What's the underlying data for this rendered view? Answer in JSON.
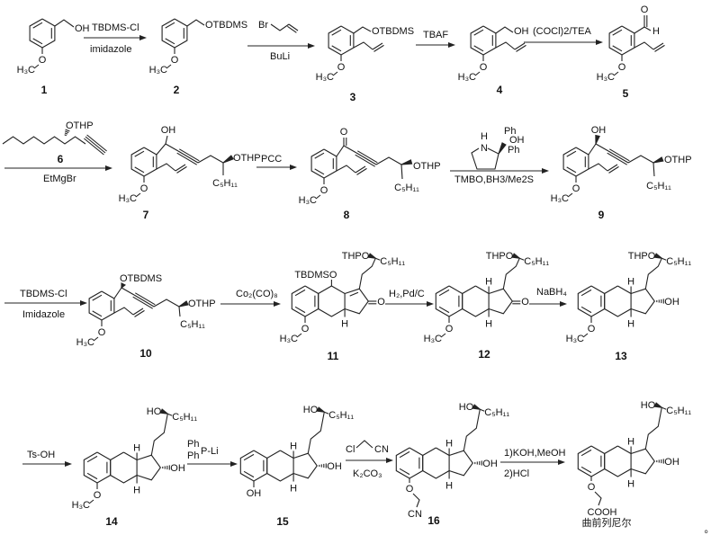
{
  "compounds": {
    "c1": {
      "number": "1",
      "oh": "OH",
      "o": "O",
      "me": "H₃C"
    },
    "c2": {
      "number": "2",
      "otbdms": "OTBDMS",
      "o": "O",
      "me": "H₃C"
    },
    "c3": {
      "number": "3",
      "otbdms": "OTBDMS",
      "o": "O",
      "me": "H₃C"
    },
    "c4": {
      "number": "4",
      "oh": "OH",
      "o": "O",
      "me": "H₃C"
    },
    "c5": {
      "number": "5",
      "o_ald": "O",
      "h": "H",
      "o": "O",
      "me": "H₃C"
    },
    "c6": {
      "number": "6",
      "othp": "OTHP"
    },
    "c7": {
      "number": "7",
      "oh": "OH",
      "othp": "OTHP",
      "c5h11": "C₅H₁₁",
      "o": "O",
      "me": "H₃C"
    },
    "c8": {
      "number": "8",
      "o_ket": "O",
      "othp": "OTHP",
      "c5h11": "C₅H₁₁",
      "o": "O",
      "me": "H₃C"
    },
    "c9": {
      "number": "9",
      "oh": "OH",
      "othp": "OTHP",
      "c5h11": "C₅H₁₁",
      "o": "O",
      "me": "H₃C"
    },
    "c10": {
      "number": "10",
      "otbdms": "OTBDMS",
      "othp": "OTHP",
      "c5h11": "C₅H₁₁",
      "o": "O",
      "me": "H₃C"
    },
    "c11": {
      "number": "11",
      "tbdmso": "TBDMSO",
      "thpo": "THPO",
      "c5h11": "C₅H₁₁",
      "o_ket": "O",
      "h_bottom": "H",
      "o": "O",
      "me": "H₃C"
    },
    "c12": {
      "number": "12",
      "thpo": "THPO",
      "c5h11": "C₅H₁₁",
      "o_ket": "O",
      "h_top": "H",
      "h_bottom": "H",
      "o": "O",
      "me": "H₃C"
    },
    "c13": {
      "number": "13",
      "thpo": "THPO",
      "c5h11": "C₅H₁₁",
      "oh": "OH",
      "h_top": "H",
      "h_bottom": "H",
      "o": "O",
      "me": "H₃C"
    },
    "c14": {
      "number": "14",
      "ho": "HO",
      "c5h11": "C₅H₁₁",
      "oh": "OH",
      "h_top": "H",
      "h_bottom": "H",
      "o": "O",
      "me": "H₃C"
    },
    "c15": {
      "number": "15",
      "ho": "HO",
      "c5h11": "C₅H₁₁",
      "oh": "OH",
      "h_top": "H",
      "h_bottom": "H",
      "phenol_oh": "OH"
    },
    "c16": {
      "number": "16",
      "ho": "HO",
      "c5h11": "C₅H₁₁",
      "oh": "OH",
      "h_top": "H",
      "h_bottom": "H",
      "o": "O",
      "cn": "CN"
    },
    "final": {
      "name": "曲前列尼尔",
      "ho": "HO",
      "c5h11": "C₅H₁₁",
      "oh": "OH",
      "h_top": "H",
      "h_bottom": "H",
      "o": "O",
      "cooh": "COOH"
    }
  },
  "steps": [
    {
      "above": "TBDMS-Cl",
      "below": "imidazole"
    },
    {
      "above_br": "Br",
      "below": "BuLi"
    },
    {
      "above": "TBAF"
    },
    {
      "above": "(COCl)2/TEA"
    },
    {
      "below": "EtMgBr"
    },
    {
      "above": "PCC"
    },
    {
      "catalyst": {
        "h": "H",
        "n": "N",
        "ph1": "Ph",
        "oh": "OH",
        "ph2": "Ph"
      },
      "below": "TMBO,BH3/Me2S"
    },
    {
      "above": "TBDMS-Cl",
      "below": "Imidazole"
    },
    {
      "above": "Co₂(CO)₈"
    },
    {
      "above": "H₂,Pd/C"
    },
    {
      "above": "NaBH₄"
    },
    {
      "above": "Ts-OH"
    },
    {
      "ph1": "Ph",
      "ph2": "Ph",
      "pli": "P-Li"
    },
    {
      "cl": "Cl",
      "cn": "CN",
      "below": "K₂CO₃"
    },
    {
      "above": "1)KOH,MeOH",
      "below": "2)HCl"
    }
  ],
  "trailing_mark": "。"
}
